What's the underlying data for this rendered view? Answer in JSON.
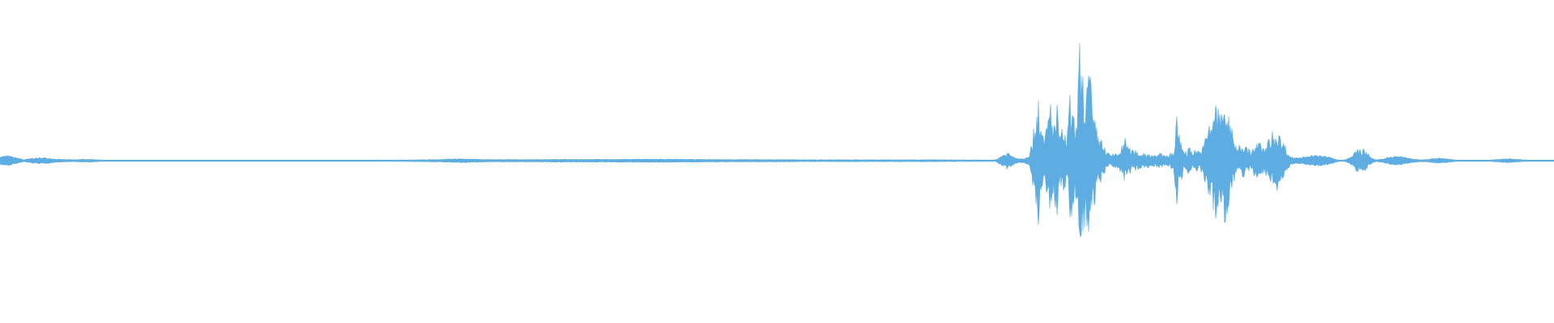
{
  "waveform": {
    "color": "#5dade2",
    "background": "#ffffff",
    "style": "mirrored-amplitude",
    "amplitude_envelope": [
      [
        0,
        0.04
      ],
      [
        10,
        0.05
      ],
      [
        20,
        0.03
      ],
      [
        30,
        0.01
      ],
      [
        40,
        0.025
      ],
      [
        55,
        0.03
      ],
      [
        70,
        0.015
      ],
      [
        90,
        0.01
      ],
      [
        110,
        0.015
      ],
      [
        130,
        0.006
      ],
      [
        200,
        0.005
      ],
      [
        300,
        0.005
      ],
      [
        400,
        0.005
      ],
      [
        500,
        0.008
      ],
      [
        540,
        0.012
      ],
      [
        570,
        0.02
      ],
      [
        600,
        0.012
      ],
      [
        650,
        0.012
      ],
      [
        700,
        0.014
      ],
      [
        760,
        0.014
      ],
      [
        800,
        0.016
      ],
      [
        850,
        0.014
      ],
      [
        900,
        0.012
      ],
      [
        950,
        0.012
      ],
      [
        1000,
        0.01
      ],
      [
        1050,
        0.01
      ],
      [
        1100,
        0.01
      ],
      [
        1150,
        0.01
      ],
      [
        1200,
        0.008
      ],
      [
        1230,
        0.008
      ],
      [
        1238,
        0.05
      ],
      [
        1245,
        0.07
      ],
      [
        1252,
        0.04
      ],
      [
        1258,
        0.02
      ],
      [
        1265,
        0.02
      ],
      [
        1272,
        0.05
      ],
      [
        1276,
        0.2
      ],
      [
        1280,
        0.4
      ],
      [
        1283,
        0.6
      ],
      [
        1286,
        0.3
      ],
      [
        1290,
        0.15
      ],
      [
        1294,
        0.35
      ],
      [
        1298,
        0.5
      ],
      [
        1302,
        0.3
      ],
      [
        1306,
        0.45
      ],
      [
        1310,
        0.2
      ],
      [
        1314,
        0.3
      ],
      [
        1318,
        0.15
      ],
      [
        1322,
        0.55
      ],
      [
        1326,
        0.35
      ],
      [
        1330,
        0.3
      ],
      [
        1334,
        0.95
      ],
      [
        1338,
        0.7
      ],
      [
        1342,
        0.6
      ],
      [
        1346,
        0.8
      ],
      [
        1350,
        0.4
      ],
      [
        1354,
        0.3
      ],
      [
        1358,
        0.18
      ],
      [
        1362,
        0.2
      ],
      [
        1366,
        0.08
      ],
      [
        1370,
        0.06
      ],
      [
        1374,
        0.05
      ],
      [
        1378,
        0.07
      ],
      [
        1382,
        0.06
      ],
      [
        1386,
        0.12
      ],
      [
        1390,
        0.18
      ],
      [
        1394,
        0.12
      ],
      [
        1398,
        0.08
      ],
      [
        1402,
        0.1
      ],
      [
        1406,
        0.07
      ],
      [
        1410,
        0.06
      ],
      [
        1414,
        0.07
      ],
      [
        1418,
        0.06
      ],
      [
        1422,
        0.05
      ],
      [
        1426,
        0.06
      ],
      [
        1430,
        0.05
      ],
      [
        1434,
        0.06
      ],
      [
        1438,
        0.05
      ],
      [
        1442,
        0.05
      ],
      [
        1446,
        0.07
      ],
      [
        1450,
        0.06
      ],
      [
        1454,
        0.35
      ],
      [
        1458,
        0.2
      ],
      [
        1462,
        0.1
      ],
      [
        1466,
        0.08
      ],
      [
        1470,
        0.12
      ],
      [
        1474,
        0.08
      ],
      [
        1478,
        0.1
      ],
      [
        1482,
        0.08
      ],
      [
        1486,
        0.12
      ],
      [
        1490,
        0.2
      ],
      [
        1494,
        0.3
      ],
      [
        1498,
        0.4
      ],
      [
        1502,
        0.5
      ],
      [
        1506,
        0.4
      ],
      [
        1510,
        0.45
      ],
      [
        1514,
        0.5
      ],
      [
        1518,
        0.4
      ],
      [
        1522,
        0.25
      ],
      [
        1526,
        0.15
      ],
      [
        1530,
        0.12
      ],
      [
        1534,
        0.15
      ],
      [
        1538,
        0.13
      ],
      [
        1542,
        0.1
      ],
      [
        1546,
        0.08
      ],
      [
        1550,
        0.12
      ],
      [
        1554,
        0.15
      ],
      [
        1558,
        0.14
      ],
      [
        1562,
        0.1
      ],
      [
        1566,
        0.15
      ],
      [
        1570,
        0.22
      ],
      [
        1574,
        0.25
      ],
      [
        1578,
        0.24
      ],
      [
        1582,
        0.2
      ],
      [
        1586,
        0.15
      ],
      [
        1590,
        0.1
      ],
      [
        1594,
        0.04
      ],
      [
        1598,
        0.03
      ],
      [
        1602,
        0.03
      ],
      [
        1606,
        0.03
      ],
      [
        1612,
        0.04
      ],
      [
        1620,
        0.05
      ],
      [
        1630,
        0.05
      ],
      [
        1640,
        0.04
      ],
      [
        1645,
        0.03
      ],
      [
        1650,
        0.015
      ],
      [
        1656,
        0.005
      ],
      [
        1662,
        0.01
      ],
      [
        1668,
        0.03
      ],
      [
        1672,
        0.06
      ],
      [
        1676,
        0.09
      ],
      [
        1681,
        0.1
      ],
      [
        1686,
        0.09
      ],
      [
        1690,
        0.06
      ],
      [
        1695,
        0.025
      ],
      [
        1700,
        0.01
      ],
      [
        1708,
        0.015
      ],
      [
        1714,
        0.03
      ],
      [
        1720,
        0.04
      ],
      [
        1727,
        0.045
      ],
      [
        1734,
        0.035
      ],
      [
        1741,
        0.025
      ],
      [
        1748,
        0.015
      ],
      [
        1755,
        0.01
      ],
      [
        1762,
        0.012
      ],
      [
        1770,
        0.02
      ],
      [
        1778,
        0.025
      ],
      [
        1786,
        0.02
      ],
      [
        1794,
        0.012
      ],
      [
        1800,
        0.007
      ],
      [
        1820,
        0.005
      ],
      [
        1840,
        0.006
      ],
      [
        1848,
        0.012
      ],
      [
        1858,
        0.018
      ],
      [
        1865,
        0.02
      ],
      [
        1872,
        0.015
      ],
      [
        1880,
        0.01
      ],
      [
        1892,
        0.006
      ],
      [
        1900,
        0.004
      ],
      [
        1910,
        0.004
      ],
      [
        1920,
        0.004
      ]
    ]
  }
}
